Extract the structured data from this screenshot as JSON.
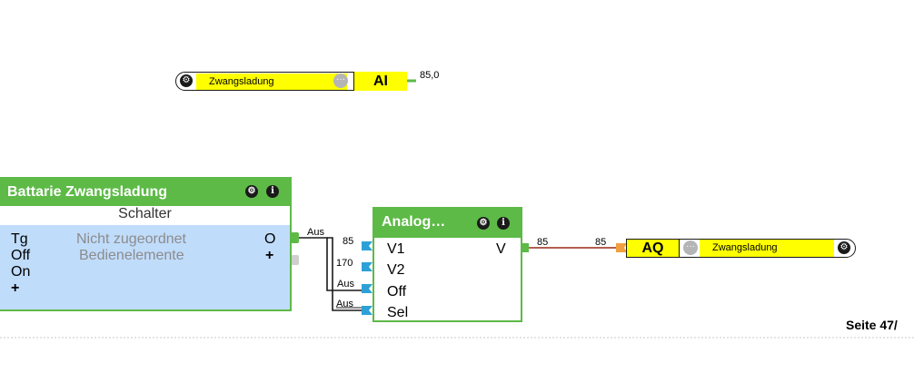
{
  "ai_node": {
    "gear_icon": "gear-icon",
    "label": "Zwangsladung",
    "type": "AI",
    "output_value": "85,0"
  },
  "switch_block": {
    "title": "Battarie Zwangsladung",
    "subtitle": "Schalter",
    "assigned": "Nicht zugeordnet",
    "controls": "Bedienelemente",
    "inputs": [
      "Tg",
      "Off",
      "On"
    ],
    "add": "+",
    "output": "O",
    "output_value": "Aus"
  },
  "analog_block": {
    "title": "Analog…",
    "inputs": [
      "V1",
      "V2",
      "Off",
      "Sel"
    ],
    "input_values": [
      "85",
      "170",
      "Aus",
      "Aus"
    ],
    "output": "V",
    "output_value": "85"
  },
  "aq_node": {
    "input_value": "85",
    "type": "AQ",
    "label": "Zwangsladung"
  },
  "footer": {
    "page": "Seite 47/"
  },
  "colors": {
    "block_green": "#5dba47",
    "block_body": "#c0dcfb",
    "tag_yellow": "#ffff00",
    "port_blue": "#2ea0d8",
    "port_orange": "#f0a040",
    "wire_red": "#9a2a1a"
  }
}
